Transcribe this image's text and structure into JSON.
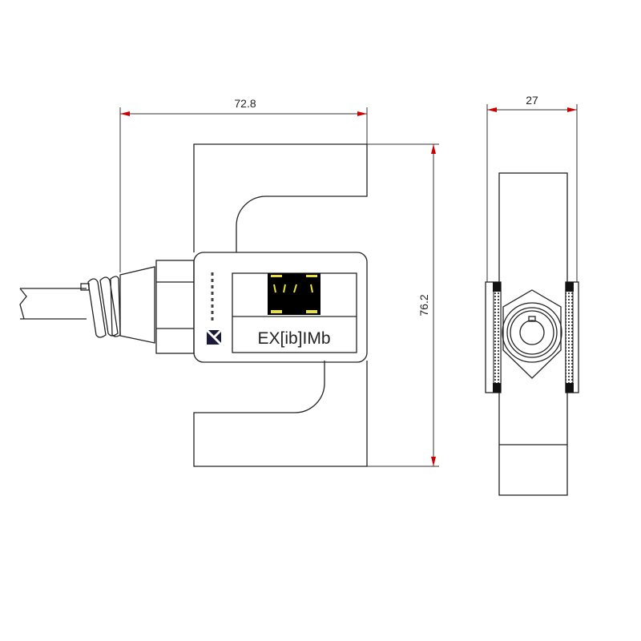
{
  "dimensions": {
    "width_front": "72.8",
    "height_front": "76.2",
    "width_side": "27"
  },
  "label": {
    "marking": "EX[ib]IMb"
  },
  "colors": {
    "line": "#222222",
    "arrow": "#cc0000",
    "display": "#000000",
    "display_accent": "#e8e040"
  }
}
